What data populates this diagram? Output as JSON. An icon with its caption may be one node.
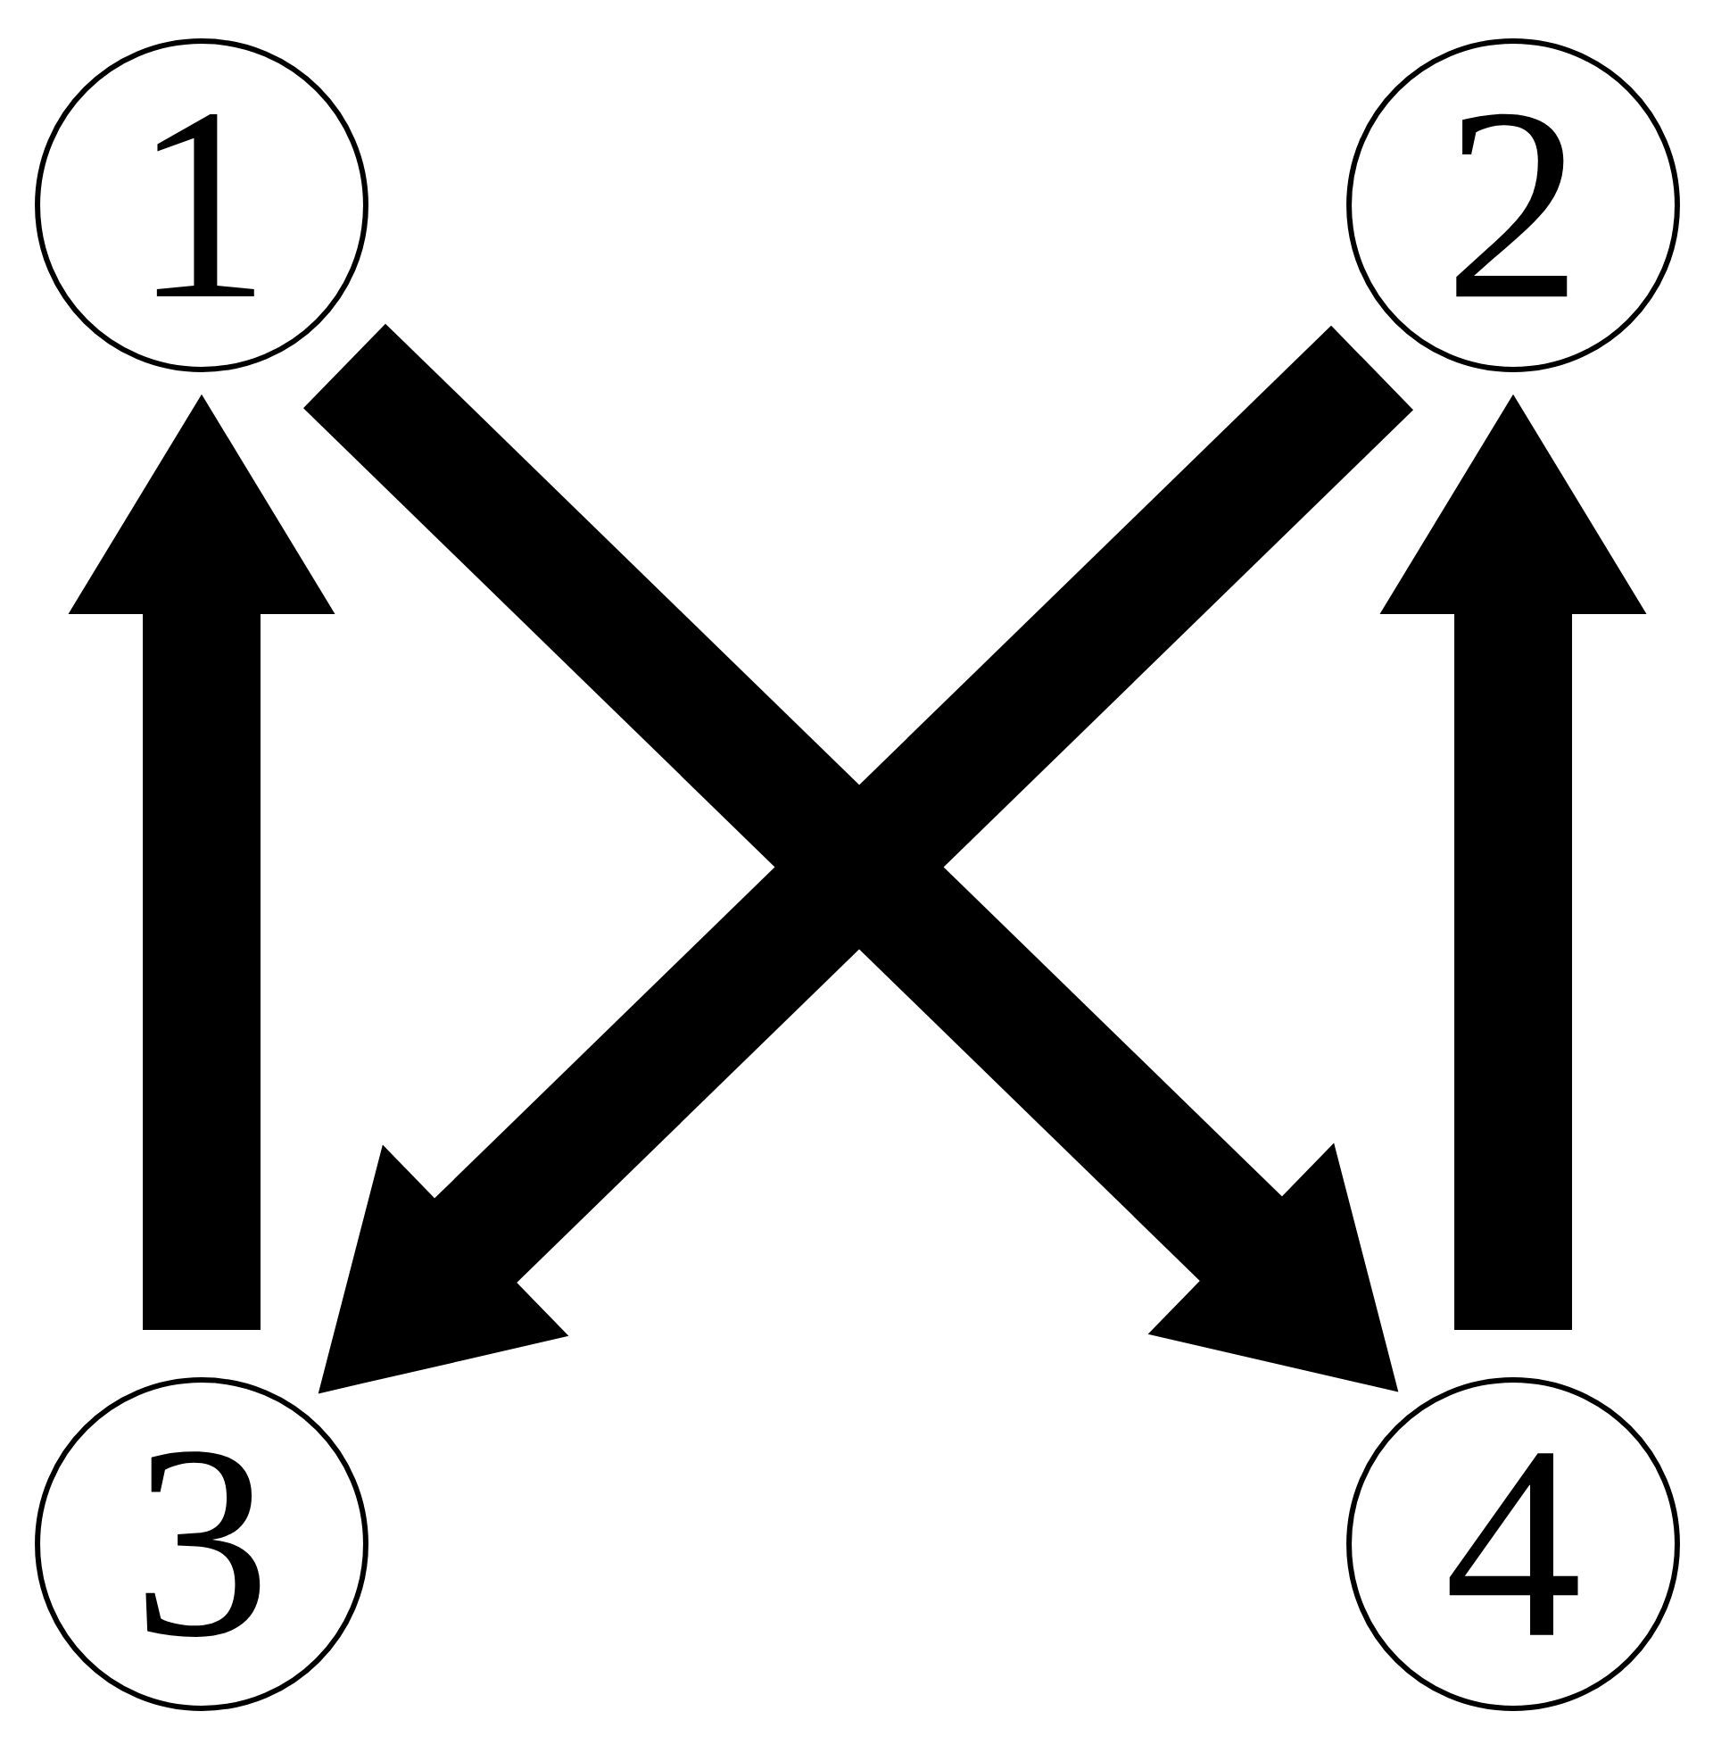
{
  "diagram": {
    "nodes": [
      {
        "text": [
          "1"
        ]
      },
      {
        "text": [
          "2"
        ]
      },
      {
        "text": [
          "3"
        ]
      },
      {
        "text": [
          "4"
        ]
      }
    ],
    "edges": [
      {
        "from": 2,
        "to": 0,
        "arrow": "to"
      },
      {
        "from": 0,
        "to": 3,
        "arrow": "to"
      },
      {
        "from": 1,
        "to": 2,
        "arrow": "to"
      },
      {
        "from": 3,
        "to": 1,
        "arrow": "to"
      }
    ]
  }
}
